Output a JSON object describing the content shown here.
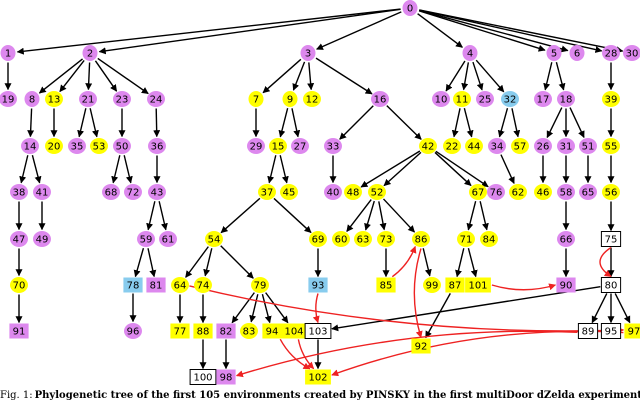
{
  "caption": {
    "lead": "Fig. 1:",
    "text": "Phylogenetic tree of the first 105 environments created by PINSKY in the first multiDoor dZelda experiment"
  },
  "colors": {
    "pink": "#dd88ee",
    "yellow": "#ffff00",
    "blue": "#88ccee",
    "white": "#ffffff",
    "edge": "#000000",
    "transfer": "#ee2222"
  },
  "node_shapes": {
    "circle": "ellipse-node",
    "square": "box-node"
  },
  "nodes": [
    {
      "id": "0",
      "shape": "circle",
      "color": "pink"
    },
    {
      "id": "1",
      "shape": "circle",
      "color": "pink"
    },
    {
      "id": "2",
      "shape": "circle",
      "color": "pink"
    },
    {
      "id": "3",
      "shape": "circle",
      "color": "pink"
    },
    {
      "id": "4",
      "shape": "circle",
      "color": "pink"
    },
    {
      "id": "5",
      "shape": "circle",
      "color": "pink"
    },
    {
      "id": "6",
      "shape": "circle",
      "color": "pink"
    },
    {
      "id": "28",
      "shape": "circle",
      "color": "pink"
    },
    {
      "id": "30",
      "shape": "circle",
      "color": "pink"
    },
    {
      "id": "19",
      "shape": "circle",
      "color": "pink"
    },
    {
      "id": "8",
      "shape": "circle",
      "color": "pink"
    },
    {
      "id": "13",
      "shape": "circle",
      "color": "yellow"
    },
    {
      "id": "21",
      "shape": "circle",
      "color": "pink"
    },
    {
      "id": "23",
      "shape": "circle",
      "color": "pink"
    },
    {
      "id": "24",
      "shape": "circle",
      "color": "pink"
    },
    {
      "id": "7",
      "shape": "circle",
      "color": "yellow"
    },
    {
      "id": "9",
      "shape": "circle",
      "color": "yellow"
    },
    {
      "id": "12",
      "shape": "circle",
      "color": "yellow"
    },
    {
      "id": "16",
      "shape": "circle",
      "color": "pink"
    },
    {
      "id": "10",
      "shape": "circle",
      "color": "pink"
    },
    {
      "id": "11",
      "shape": "circle",
      "color": "yellow"
    },
    {
      "id": "25",
      "shape": "circle",
      "color": "pink"
    },
    {
      "id": "32",
      "shape": "circle",
      "color": "blue"
    },
    {
      "id": "17",
      "shape": "circle",
      "color": "pink"
    },
    {
      "id": "18",
      "shape": "circle",
      "color": "pink"
    },
    {
      "id": "39",
      "shape": "circle",
      "color": "yellow"
    },
    {
      "id": "14",
      "shape": "circle",
      "color": "pink"
    },
    {
      "id": "20",
      "shape": "circle",
      "color": "yellow"
    },
    {
      "id": "35",
      "shape": "circle",
      "color": "pink"
    },
    {
      "id": "53",
      "shape": "circle",
      "color": "yellow"
    },
    {
      "id": "50",
      "shape": "circle",
      "color": "pink"
    },
    {
      "id": "36",
      "shape": "circle",
      "color": "pink"
    },
    {
      "id": "29",
      "shape": "circle",
      "color": "pink"
    },
    {
      "id": "15",
      "shape": "circle",
      "color": "yellow"
    },
    {
      "id": "27",
      "shape": "circle",
      "color": "pink"
    },
    {
      "id": "33",
      "shape": "circle",
      "color": "pink"
    },
    {
      "id": "42",
      "shape": "circle",
      "color": "yellow"
    },
    {
      "id": "22",
      "shape": "circle",
      "color": "yellow"
    },
    {
      "id": "44",
      "shape": "circle",
      "color": "yellow"
    },
    {
      "id": "34",
      "shape": "circle",
      "color": "pink"
    },
    {
      "id": "57",
      "shape": "circle",
      "color": "yellow"
    },
    {
      "id": "26",
      "shape": "circle",
      "color": "pink"
    },
    {
      "id": "31",
      "shape": "circle",
      "color": "pink"
    },
    {
      "id": "51",
      "shape": "circle",
      "color": "pink"
    },
    {
      "id": "55",
      "shape": "circle",
      "color": "yellow"
    },
    {
      "id": "38",
      "shape": "circle",
      "color": "pink"
    },
    {
      "id": "41",
      "shape": "circle",
      "color": "pink"
    },
    {
      "id": "68",
      "shape": "circle",
      "color": "pink"
    },
    {
      "id": "72",
      "shape": "circle",
      "color": "pink"
    },
    {
      "id": "43",
      "shape": "circle",
      "color": "pink"
    },
    {
      "id": "37",
      "shape": "circle",
      "color": "yellow"
    },
    {
      "id": "45",
      "shape": "circle",
      "color": "yellow"
    },
    {
      "id": "40",
      "shape": "circle",
      "color": "pink"
    },
    {
      "id": "48",
      "shape": "circle",
      "color": "yellow"
    },
    {
      "id": "52",
      "shape": "circle",
      "color": "yellow"
    },
    {
      "id": "67",
      "shape": "circle",
      "color": "yellow"
    },
    {
      "id": "76",
      "shape": "circle",
      "color": "pink"
    },
    {
      "id": "62",
      "shape": "circle",
      "color": "yellow"
    },
    {
      "id": "46",
      "shape": "circle",
      "color": "yellow"
    },
    {
      "id": "58",
      "shape": "circle",
      "color": "pink"
    },
    {
      "id": "65",
      "shape": "circle",
      "color": "pink"
    },
    {
      "id": "56",
      "shape": "circle",
      "color": "yellow"
    },
    {
      "id": "47",
      "shape": "circle",
      "color": "pink"
    },
    {
      "id": "49",
      "shape": "circle",
      "color": "pink"
    },
    {
      "id": "59",
      "shape": "circle",
      "color": "pink"
    },
    {
      "id": "61",
      "shape": "circle",
      "color": "pink"
    },
    {
      "id": "54",
      "shape": "circle",
      "color": "yellow"
    },
    {
      "id": "69",
      "shape": "circle",
      "color": "yellow"
    },
    {
      "id": "60",
      "shape": "circle",
      "color": "yellow"
    },
    {
      "id": "63",
      "shape": "circle",
      "color": "yellow"
    },
    {
      "id": "73",
      "shape": "circle",
      "color": "yellow"
    },
    {
      "id": "86",
      "shape": "circle",
      "color": "yellow"
    },
    {
      "id": "71",
      "shape": "circle",
      "color": "yellow"
    },
    {
      "id": "84",
      "shape": "circle",
      "color": "yellow"
    },
    {
      "id": "66",
      "shape": "circle",
      "color": "pink"
    },
    {
      "id": "75",
      "shape": "square",
      "color": "white"
    },
    {
      "id": "70",
      "shape": "circle",
      "color": "yellow"
    },
    {
      "id": "78",
      "shape": "square",
      "color": "blue"
    },
    {
      "id": "81",
      "shape": "square",
      "color": "pink"
    },
    {
      "id": "64",
      "shape": "circle",
      "color": "yellow"
    },
    {
      "id": "74",
      "shape": "circle",
      "color": "yellow"
    },
    {
      "id": "79",
      "shape": "circle",
      "color": "yellow"
    },
    {
      "id": "93",
      "shape": "square",
      "color": "blue"
    },
    {
      "id": "85",
      "shape": "square",
      "color": "yellow"
    },
    {
      "id": "99",
      "shape": "circle",
      "color": "yellow"
    },
    {
      "id": "87",
      "shape": "square",
      "color": "yellow"
    },
    {
      "id": "101",
      "shape": "square",
      "color": "yellow"
    },
    {
      "id": "90",
      "shape": "square",
      "color": "pink"
    },
    {
      "id": "80",
      "shape": "square",
      "color": "white"
    },
    {
      "id": "91",
      "shape": "square",
      "color": "pink"
    },
    {
      "id": "96",
      "shape": "circle",
      "color": "pink"
    },
    {
      "id": "77",
      "shape": "square",
      "color": "yellow"
    },
    {
      "id": "88",
      "shape": "square",
      "color": "yellow"
    },
    {
      "id": "82",
      "shape": "square",
      "color": "pink"
    },
    {
      "id": "83",
      "shape": "circle",
      "color": "yellow"
    },
    {
      "id": "94",
      "shape": "square",
      "color": "yellow"
    },
    {
      "id": "104",
      "shape": "square",
      "color": "yellow"
    },
    {
      "id": "103",
      "shape": "square",
      "color": "white"
    },
    {
      "id": "92",
      "shape": "square",
      "color": "yellow"
    },
    {
      "id": "89",
      "shape": "square",
      "color": "white"
    },
    {
      "id": "95",
      "shape": "square",
      "color": "white"
    },
    {
      "id": "97",
      "shape": "square",
      "color": "yellow"
    },
    {
      "id": "100",
      "shape": "square",
      "color": "white"
    },
    {
      "id": "98",
      "shape": "square",
      "color": "pink"
    },
    {
      "id": "102",
      "shape": "square",
      "color": "yellow"
    }
  ],
  "edges": [
    [
      "0",
      "1"
    ],
    [
      "0",
      "2"
    ],
    [
      "0",
      "3"
    ],
    [
      "0",
      "4"
    ],
    [
      "0",
      "5"
    ],
    [
      "0",
      "6"
    ],
    [
      "0",
      "28"
    ],
    [
      "0",
      "30"
    ],
    [
      "1",
      "19"
    ],
    [
      "2",
      "8"
    ],
    [
      "2",
      "13"
    ],
    [
      "2",
      "21"
    ],
    [
      "2",
      "23"
    ],
    [
      "2",
      "24"
    ],
    [
      "3",
      "7"
    ],
    [
      "3",
      "9"
    ],
    [
      "3",
      "12"
    ],
    [
      "3",
      "16"
    ],
    [
      "4",
      "10"
    ],
    [
      "4",
      "11"
    ],
    [
      "4",
      "25"
    ],
    [
      "4",
      "32"
    ],
    [
      "5",
      "17"
    ],
    [
      "5",
      "18"
    ],
    [
      "28",
      "39"
    ],
    [
      "8",
      "14"
    ],
    [
      "13",
      "20"
    ],
    [
      "21",
      "35"
    ],
    [
      "21",
      "53"
    ],
    [
      "23",
      "50"
    ],
    [
      "24",
      "36"
    ],
    [
      "7",
      "29"
    ],
    [
      "9",
      "15"
    ],
    [
      "9",
      "27"
    ],
    [
      "16",
      "33"
    ],
    [
      "16",
      "42"
    ],
    [
      "11",
      "22"
    ],
    [
      "11",
      "44"
    ],
    [
      "32",
      "34"
    ],
    [
      "32",
      "57"
    ],
    [
      "18",
      "26"
    ],
    [
      "18",
      "31"
    ],
    [
      "18",
      "51"
    ],
    [
      "39",
      "55"
    ],
    [
      "14",
      "38"
    ],
    [
      "14",
      "41"
    ],
    [
      "50",
      "68"
    ],
    [
      "50",
      "72"
    ],
    [
      "36",
      "43"
    ],
    [
      "15",
      "37"
    ],
    [
      "15",
      "45"
    ],
    [
      "33",
      "40"
    ],
    [
      "42",
      "48"
    ],
    [
      "42",
      "52"
    ],
    [
      "42",
      "67"
    ],
    [
      "42",
      "76"
    ],
    [
      "34",
      "62"
    ],
    [
      "26",
      "46"
    ],
    [
      "31",
      "58"
    ],
    [
      "51",
      "65"
    ],
    [
      "55",
      "56"
    ],
    [
      "38",
      "47"
    ],
    [
      "41",
      "49"
    ],
    [
      "43",
      "59"
    ],
    [
      "43",
      "61"
    ],
    [
      "37",
      "54"
    ],
    [
      "37",
      "69"
    ],
    [
      "52",
      "60"
    ],
    [
      "52",
      "63"
    ],
    [
      "52",
      "73"
    ],
    [
      "52",
      "86"
    ],
    [
      "67",
      "71"
    ],
    [
      "67",
      "84"
    ],
    [
      "58",
      "66"
    ],
    [
      "56",
      "75"
    ],
    [
      "47",
      "70"
    ],
    [
      "59",
      "78"
    ],
    [
      "59",
      "81"
    ],
    [
      "54",
      "64"
    ],
    [
      "54",
      "74"
    ],
    [
      "54",
      "79"
    ],
    [
      "69",
      "93"
    ],
    [
      "73",
      "85"
    ],
    [
      "86",
      "99"
    ],
    [
      "71",
      "87"
    ],
    [
      "71",
      "101"
    ],
    [
      "66",
      "90"
    ],
    [
      "75",
      "80"
    ],
    [
      "70",
      "91"
    ],
    [
      "78",
      "96"
    ],
    [
      "64",
      "77"
    ],
    [
      "74",
      "88"
    ],
    [
      "79",
      "82"
    ],
    [
      "79",
      "83"
    ],
    [
      "79",
      "94"
    ],
    [
      "79",
      "104"
    ],
    [
      "87",
      "92"
    ],
    [
      "80",
      "89"
    ],
    [
      "80",
      "95"
    ],
    [
      "80",
      "97"
    ],
    [
      "80",
      "103"
    ],
    [
      "88",
      "100"
    ],
    [
      "82",
      "98"
    ],
    [
      "103",
      "102"
    ]
  ],
  "transfers": [
    [
      "85",
      "86"
    ],
    [
      "86",
      "92"
    ],
    [
      "75",
      "80"
    ],
    [
      "101",
      "90"
    ],
    [
      "93",
      "103"
    ],
    [
      "64",
      "97"
    ],
    [
      "94",
      "102"
    ],
    [
      "104",
      "102"
    ],
    [
      "89",
      "98"
    ],
    [
      "97",
      "102"
    ]
  ]
}
